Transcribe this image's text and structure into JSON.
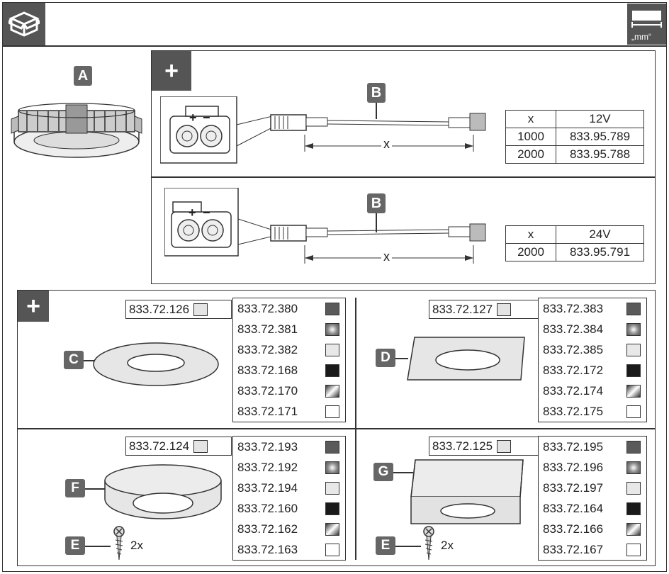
{
  "header": {
    "size_icon_label": "„mm“",
    "icons": [
      "box-icon",
      "measure-icon"
    ]
  },
  "item_a": {
    "label": "A"
  },
  "cables": [
    {
      "label": "B",
      "polarity_plus": "+",
      "polarity_minus": "−",
      "dim_label": "x",
      "table": {
        "headers": [
          "x",
          "12V"
        ],
        "rows": [
          [
            "1000",
            "833.95.789"
          ],
          [
            "2000",
            "833.95.788"
          ]
        ]
      }
    },
    {
      "label": "B",
      "polarity_plus": "+",
      "polarity_minus": "−",
      "dim_label": "x",
      "table": {
        "headers": [
          "x",
          "24V"
        ],
        "rows": [
          [
            "2000",
            "833.95.791"
          ]
        ]
      }
    }
  ],
  "plus_sign": "+",
  "swatch_colors": [
    "#5a5a5a",
    "radial",
    "#e8e8e8",
    "#1a1a1a",
    "gradient",
    "#ffffff"
  ],
  "covers": [
    {
      "label": "C",
      "code": "833.72.126",
      "items": [
        "833.72.380",
        "833.72.381",
        "833.72.382",
        "833.72.168",
        "833.72.170",
        "833.72.171"
      ]
    },
    {
      "label": "D",
      "code": "833.72.127",
      "items": [
        "833.72.383",
        "833.72.384",
        "833.72.385",
        "833.72.172",
        "833.72.174",
        "833.72.175"
      ]
    },
    {
      "label": "F",
      "code": "833.72.124",
      "items": [
        "833.72.193",
        "833.72.192",
        "833.72.194",
        "833.72.160",
        "833.72.162",
        "833.72.163"
      ],
      "screw_label": "E",
      "screw_count": "2x"
    },
    {
      "label": "G",
      "code": "833.72.125",
      "items": [
        "833.72.195",
        "833.72.196",
        "833.72.197",
        "833.72.164",
        "833.72.166",
        "833.72.167"
      ],
      "screw_label": "E",
      "screw_count": "2x"
    }
  ]
}
